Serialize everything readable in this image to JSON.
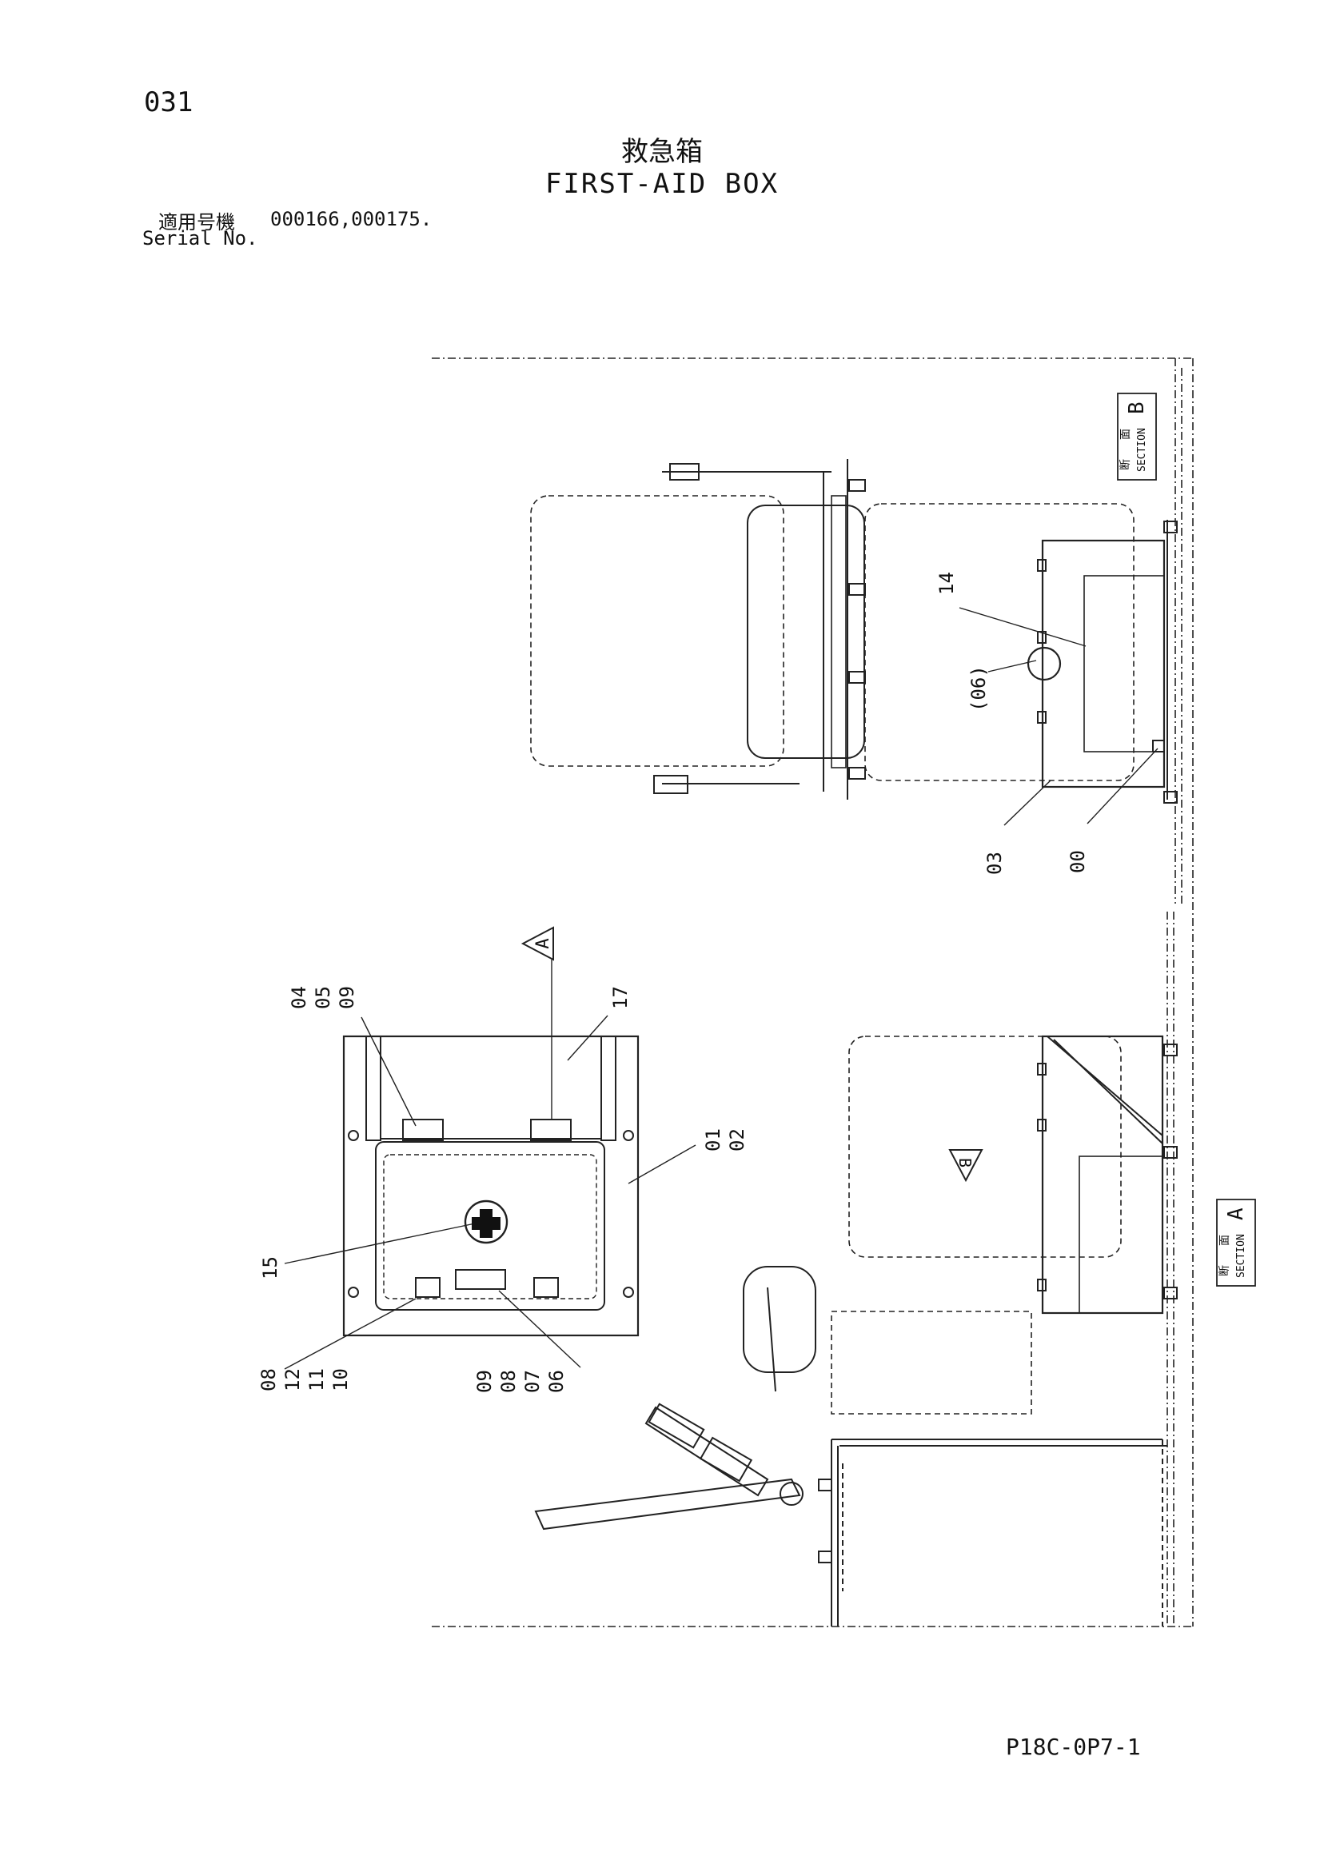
{
  "header": {
    "page_number": "031",
    "title_jp": "救急箱",
    "title_en": "FIRST-AID BOX",
    "serial_label_jp": "適用号機",
    "serial_label_en": "Serial No.",
    "serial_values": "000166,000175."
  },
  "footer": {
    "drawing_number": "P18C-0P7-1"
  },
  "section_b": {
    "jp_top": "断",
    "jp_bottom": "面",
    "en": "SECTION",
    "letter": "B"
  },
  "section_a": {
    "jp_top": "断",
    "jp_bottom": "面",
    "en": "SECTION",
    "letter": "A"
  },
  "view_markers": {
    "a": "A",
    "b": "B"
  },
  "callouts_top": {
    "c14": "14",
    "c06": "(06)",
    "c03": "03",
    "c00": "00"
  },
  "callouts_bottom": {
    "c04": "04",
    "c05": "05",
    "c09a": "09",
    "c17": "17",
    "c01": "01",
    "c02": "02",
    "c15": "15",
    "c08a": "08",
    "c12": "12",
    "c11": "11",
    "c10": "10",
    "c09b": "09",
    "c08b": "08",
    "c07": "07",
    "c06b": "06"
  }
}
